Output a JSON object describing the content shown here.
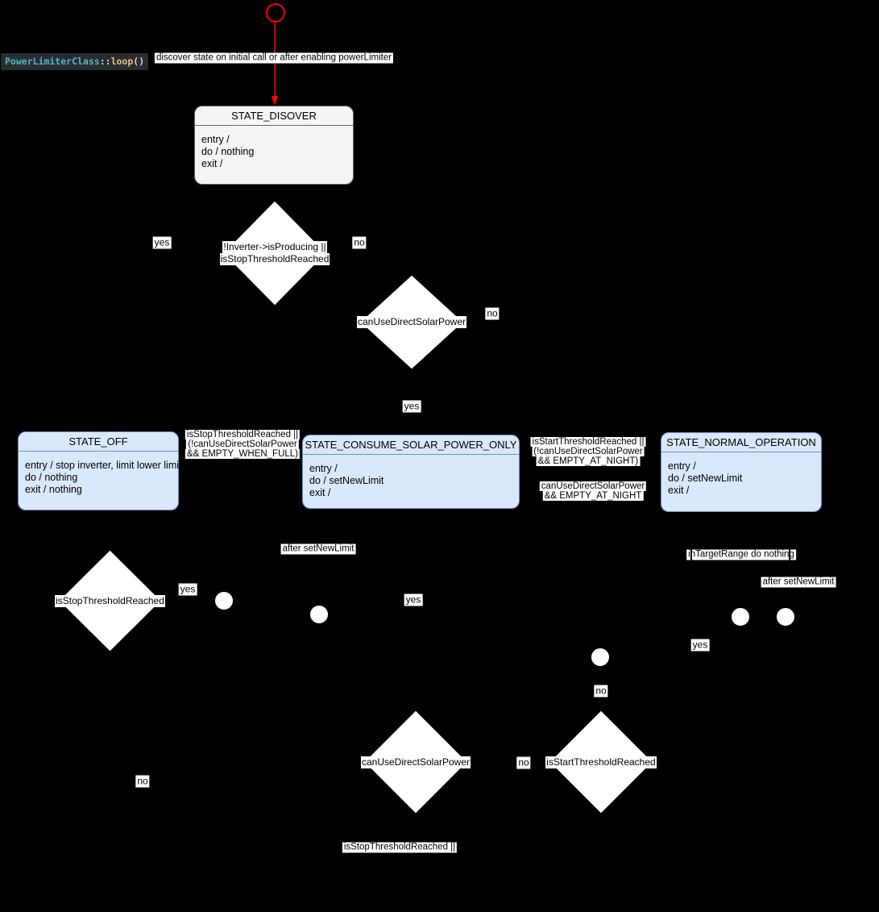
{
  "code_label": {
    "class_name": "PowerLimiterClass",
    "scope": "::",
    "method_name": "loop",
    "parens": "()"
  },
  "states": {
    "discover": {
      "title": "STATE_DISOVER",
      "lines": [
        "entry /",
        "do / nothing",
        "exit /"
      ]
    },
    "off": {
      "title": "STATE_OFF",
      "lines": [
        "entry / stop inverter, limit lower limit",
        "do / nothing",
        "exit / nothing"
      ]
    },
    "consume_solar": {
      "title": "STATE_CONSUME_SOLAR_POWER_ONLY",
      "lines": [
        "entry /",
        "do / setNewLimit",
        "exit /"
      ]
    },
    "normal": {
      "title": "STATE_NORMAL_OPERATION",
      "lines": [
        "entry /",
        "do / setNewLimit",
        "exit /"
      ]
    }
  },
  "decisions": {
    "producing_or_stop": {
      "lines": [
        "!Inverter->isProducing ||",
        "isStopThresholdReached"
      ]
    },
    "can_use_direct_solar_top": {
      "label": "canUseDirectSolarPower"
    },
    "stop_threshold": {
      "label": "isStopThresholdReached"
    },
    "can_use_direct_solar_bottom": {
      "label": "canUseDirectSolarPower"
    },
    "start_threshold": {
      "label": "isStartThresholdReached"
    }
  },
  "edge_labels": {
    "discover_transition": "discover state on initial call or after enabling powerLimiter",
    "d1_yes": "yes",
    "d1_no": "no",
    "d2_no": "no",
    "d2_yes": "yes",
    "guard_to_off": [
      "isStopThresholdReached ||",
      "(!canUseDirectSolarPower",
      "&& EMPTY_WHEN_FULL)"
    ],
    "guard_to_consume": [
      "isStartThresholdReached ||",
      "(!canUseDirectSolarPower",
      "&& EMPTY_AT_NIGHT)"
    ],
    "guard_to_normal": [
      "canUseDirectSolarPower",
      "&& EMPTY_AT_NIGHT"
    ],
    "d3_yes": "yes",
    "d3_no": "no",
    "after_setnewlimit_left": "after setNewLimit",
    "mid_yes": "yes",
    "mid_no": "no",
    "in_target_range": "inTargetRange do nothing",
    "after_setnewlimit_right": "after setNewLimit",
    "right_yes": "yes",
    "d4_no": "no",
    "stop_threshold_guard_bottom": "isStopThresholdReached ||"
  },
  "colors": {
    "canvas_background": "#000000",
    "state_fill_blue": "#dae8fc",
    "state_stroke_blue": "#6c8ebf",
    "state_fill_gray": "#f5f5f5",
    "state_stroke_gray": "#666666",
    "decision_fill": "#ffffff",
    "label_background": "#ffffff",
    "label_text": "#000000",
    "initial_accent_red": "#ff0000",
    "code_background": "#282d31",
    "code_class_color": "#56b6c2",
    "code_method_color": "#e5c07b",
    "code_plain_color": "#d4d4d4"
  }
}
